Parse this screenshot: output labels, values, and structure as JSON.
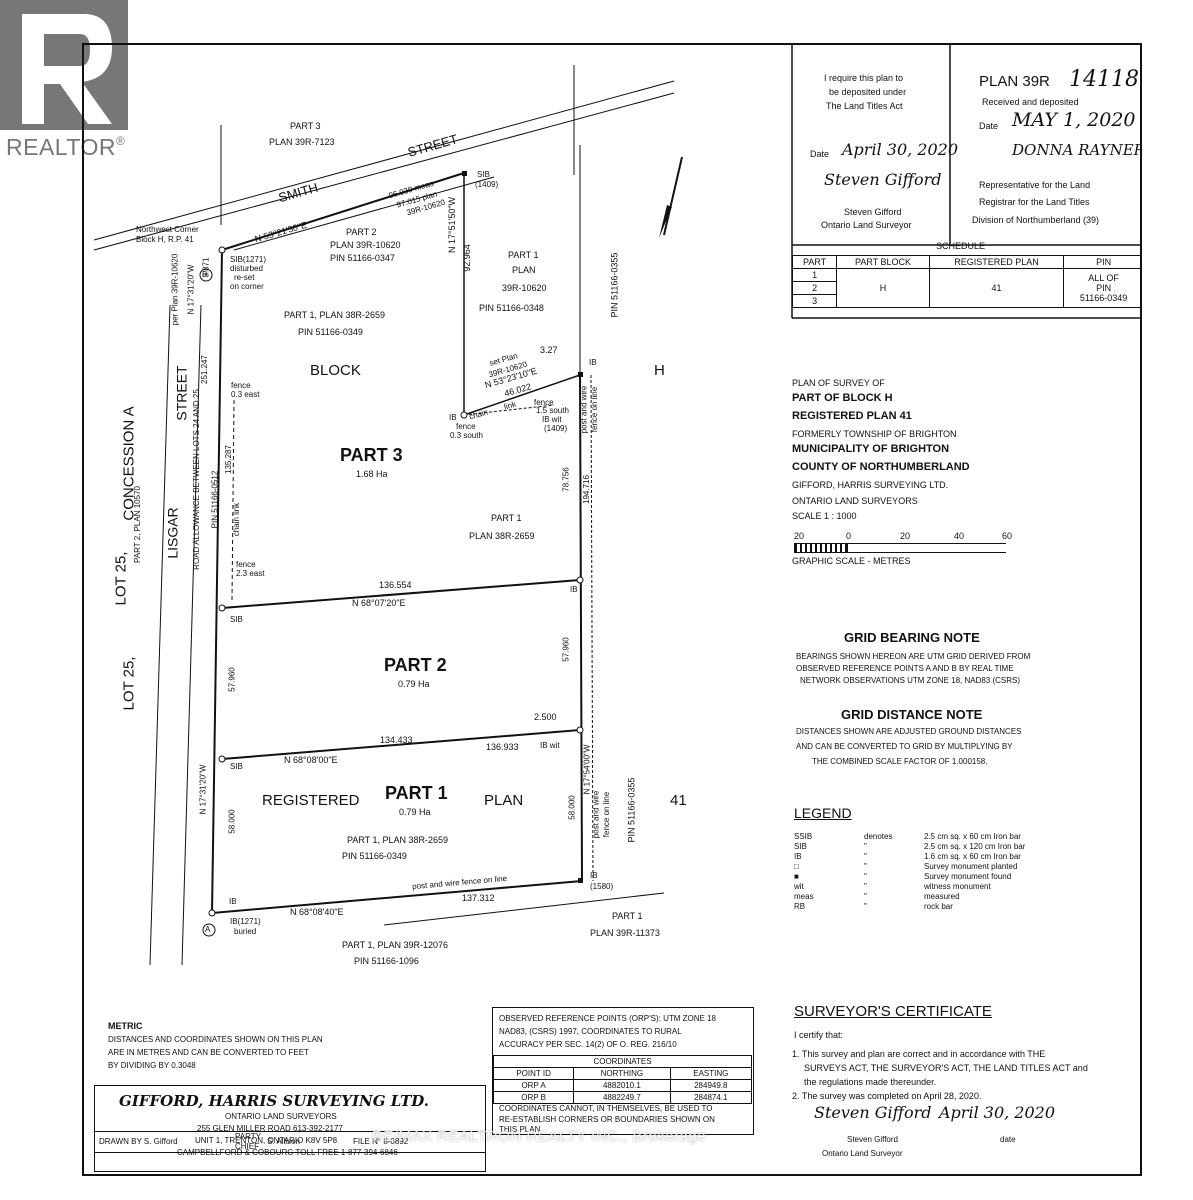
{
  "logo": {
    "text": "REALTOR",
    "reg": "®"
  },
  "watermark": "RE/MAX REALTRON REALTY INC., Brokerage",
  "deposit": {
    "line1": "I require this plan to",
    "line2": "be deposited under",
    "line3": "The Land Titles Act",
    "date_label": "Date",
    "date_value": "April 30, 2020",
    "signature": "Steven Gifford",
    "name": "Steven Gifford",
    "role": "Ontario Land Surveyor"
  },
  "registry": {
    "plan_label": "PLAN 39R",
    "plan_number": "14118",
    "received": "Received and deposited",
    "date_label": "Date",
    "date_value": "MAY 1, 2020",
    "registrar_sig": "DONNA RAYNER",
    "rep1": "Representative for the Land",
    "rep2": "Registrar for the Land Titles",
    "rep3": "Division of Northumberland (39)"
  },
  "schedule": {
    "title": "SCHEDULE",
    "headers": [
      "PART",
      "PART BLOCK",
      "REGISTERED PLAN",
      "PIN"
    ],
    "parts": [
      "1",
      "2",
      "3"
    ],
    "block": "H",
    "plan": "41",
    "pin1": "ALL OF",
    "pin2": "PIN",
    "pin3": "51166-0349"
  },
  "survey": {
    "line1": "PLAN OF SURVEY OF",
    "line2": "PART OF BLOCK H",
    "line3": "REGISTERED PLAN 41",
    "line4": "FORMERLY TOWNSHIP OF BRIGHTON",
    "line5": "MUNICIPALITY OF BRIGHTON",
    "line6": "COUNTY OF NORTHUMBERLAND",
    "line7": "GIFFORD, HARRIS SURVEYING LTD.",
    "line8": "ONTARIO LAND SURVEYORS",
    "scale": "SCALE 1 : 1000",
    "scale_ticks": [
      "20",
      "0",
      "20",
      "40",
      "60"
    ],
    "graphic": "GRAPHIC SCALE - METRES"
  },
  "bearing_note": {
    "title": "GRID BEARING NOTE",
    "l1": "BEARINGS SHOWN HEREON ARE UTM GRID DERIVED FROM",
    "l2": "OBSERVED REFERENCE POINTS A AND B BY REAL TIME",
    "l3": "NETWORK OBSERVATIONS UTM ZONE 18, NAD83 (CSRS)"
  },
  "distance_note": {
    "title": "GRID DISTANCE NOTE",
    "l1": "DISTANCES SHOWN ARE ADJUSTED GROUND DISTANCES",
    "l2": "AND CAN BE CONVERTED TO GRID BY MULTIPLYING BY",
    "l3": "THE COMBINED SCALE FACTOR OF 1.000158."
  },
  "legend": {
    "title": "LEGEND",
    "rows": [
      [
        "SSIB",
        "denotes",
        "2.5 cm sq. x 60 cm Iron bar"
      ],
      [
        "SIB",
        "\"",
        "2.5 cm sq. x 120 cm Iron bar"
      ],
      [
        "IB",
        "\"",
        "1.6 cm sq. x 60 cm Iron bar"
      ],
      [
        "□",
        "\"",
        "Survey monument planted"
      ],
      [
        "■",
        "\"",
        "Survey monument found"
      ],
      [
        "wit",
        "\"",
        "witness monument"
      ],
      [
        "meas",
        "\"",
        "measured"
      ],
      [
        "RB",
        "\"",
        "rock bar"
      ]
    ]
  },
  "certificate": {
    "title": "SURVEYOR'S CERTIFICATE",
    "l1": "I certify that:",
    "l2": "1. This survey and plan are correct and in accordance with THE",
    "l3": "SURVEYS ACT, THE SURVEYOR'S ACT, THE LAND TITLES ACT and",
    "l4": "the regulations made thereunder.",
    "l5": "2. The survey was completed on April 28, 2020.",
    "signature": "Steven Gifford",
    "date_sig": "April 30, 2020",
    "name": "Steven Gifford",
    "role": "Ontario Land Surveyor",
    "date_label": "date"
  },
  "metric": {
    "title": "METRIC",
    "l1": "DISTANCES AND COORDINATES SHOWN ON THIS PLAN",
    "l2": "ARE IN METRES AND CAN BE CONVERTED TO FEET",
    "l3": "BY DIVIDING BY 0.3048"
  },
  "orp": {
    "l1": "OBSERVED REFERENCE POINTS (ORP'S): UTM ZONE 18",
    "l2": "NAD83, (CSRS) 1997, COORDINATES TO RURAL",
    "l3": "ACCURACY PER SEC. 14(2) OF O. REG. 216/10",
    "table_title": "COORDINATES",
    "headers": [
      "POINT ID",
      "NORTHING",
      "EASTING"
    ],
    "rows": [
      [
        "ORP A",
        "4882010.1",
        "284949.8"
      ],
      [
        "ORP B",
        "4882249.7",
        "284874.1"
      ]
    ],
    "warn1": "COORDINATES CANNOT, IN THEMSELVES, BE USED TO",
    "warn2": "RE-ESTABLISH CORNERS OR BOUNDARIES SHOWN ON",
    "warn3": "THIS PLAN."
  },
  "firm": {
    "name": "GIFFORD, HARRIS SURVEYING LTD.",
    "l1": "ONTARIO LAND SURVEYORS",
    "l2": "255 GLEN MILLER ROAD 613-392-2177",
    "l3": "UNIT 1, TRENTON, ONTARIO K8V 5P8",
    "l4": "CAMPBELLFORD & COBOURG TOLL FREE 1-877-394-6846"
  },
  "footer": {
    "drawn": "DRAWN BY S. Gifford",
    "party_label": "PARTY",
    "chief_label": "CHIEF",
    "party_value": "S. Allison",
    "file": "FILE N° 8-0892"
  },
  "map": {
    "part3_street": "PART 3",
    "part3_street_plan": "PLAN 39R-7123",
    "smith": "SMITH",
    "street": "STREET",
    "nw1": "Northwest Corner",
    "nw2": "Block H, R.P. 41",
    "sib1271_1": "SIB(1271)",
    "sib1271_2": "disturbed",
    "sib1271_3": "re-set",
    "sib1271_4": "on corner",
    "bearing_north": "N 53°21'30\"E",
    "meas1": "96.939 meas",
    "meas2": "97.015 plan",
    "meas3": "39R-10620",
    "part2_10620": "PART 2",
    "plan_10620": "PLAN 39R-10620",
    "pin_0347": "PIN 51166-0347",
    "sib1409": "SIB",
    "sib1409b": "(1409)",
    "part1_10620a": "PART 1",
    "part1_10620b": "PLAN",
    "part1_10620c": "39R-10620",
    "pin_0348": "PIN 51166-0348",
    "bearing_17_51": "N 17°51'50\"W",
    "dist_92964": "92.964",
    "pin_0355": "PIN 51166-0355",
    "part1_2659a": "PART 1, PLAN 38R-2659",
    "pin_0349a": "PIN 51166-0349",
    "block": "BLOCK",
    "h": "H",
    "set1": "set Plan",
    "set2": "39R-10620",
    "bearing_53_23": "N 53°23'10\"E",
    "dist_46022": "46.022",
    "dist_327": "3.27",
    "ib": "IB",
    "fence15a": "fence",
    "fence15b": "1.5 south",
    "ibwit1409a": "IB wit",
    "ibwit1409b": "(1409)",
    "chain": "chain",
    "link": "link",
    "fence03s_a": "fence",
    "fence03s_b": "0.3 south",
    "pw1": "post and wire",
    "pw2": "fence on line",
    "per1": "per Plan 39R-10620",
    "per2": "N 17°31'20\"W",
    "per3": "3.871",
    "dist_251247": "251.247",
    "fence03e_a": "fence",
    "fence03e_b": "0.3 east",
    "lisgar": "LISGAR",
    "street2": "STREET",
    "road_allow": "ROAD ALLOWANCE BETWEEN LOTS 24 AND 25",
    "pin_0512": "PIN 51166-0512",
    "dist_135287": "135.287",
    "chain_link": "chain link",
    "fence23a": "fence",
    "fence23b": "2.3 east",
    "concession": "CONCESSION A",
    "lot25": "LOT 25,",
    "part2_10570": "PART 2, PLAN 10570",
    "part3": "PART 3",
    "part3_ha": "1.68 Ha",
    "part1_2659b_a": "PART 1",
    "part1_2659b_b": "PLAN 38R-2659",
    "dist_78756": "78.756",
    "dist_194716": "194.716",
    "dist_136554": "136.554",
    "bearing_68_07": "N 68°07'20\"E",
    "sib": "SIB",
    "part2": "PART 2",
    "part2_ha": "0.79 Ha",
    "dist_57960": "57.960",
    "dist_2500": "2.500",
    "ibwit": "IB wit",
    "dist_134433": "134.433",
    "dist_136933": "136.933",
    "bearing_68_08": "N 68°08'00\"E",
    "bearing_17_31": "N 17°31'20\"W",
    "bearing_17_54": "N 17°54'00\"W",
    "registered": "REGISTERED",
    "part1": "PART 1",
    "part1_ha": "0.79 Ha",
    "plan_word": "PLAN",
    "n41": "41",
    "dist_58000": "58.000",
    "part1_2659c": "PART 1, PLAN 38R-2659",
    "pin_0349b": "PIN 51166-0349",
    "pw_bottom": "post and wire fence on line",
    "dist_137312": "137.312",
    "bearing_68_08b": "N 68°08'40\"E",
    "ib1271a": "IB(1271)",
    "ib1271b": "buried",
    "ib1580": "(1580)",
    "part1_11373a": "PART 1",
    "part1_11373b": "PLAN 39R-11373",
    "part1_12076": "PART 1, PLAN 39R-12076",
    "pin_1096": "PIN 51166-1096",
    "pt_a": "A",
    "pt_b": "B"
  }
}
